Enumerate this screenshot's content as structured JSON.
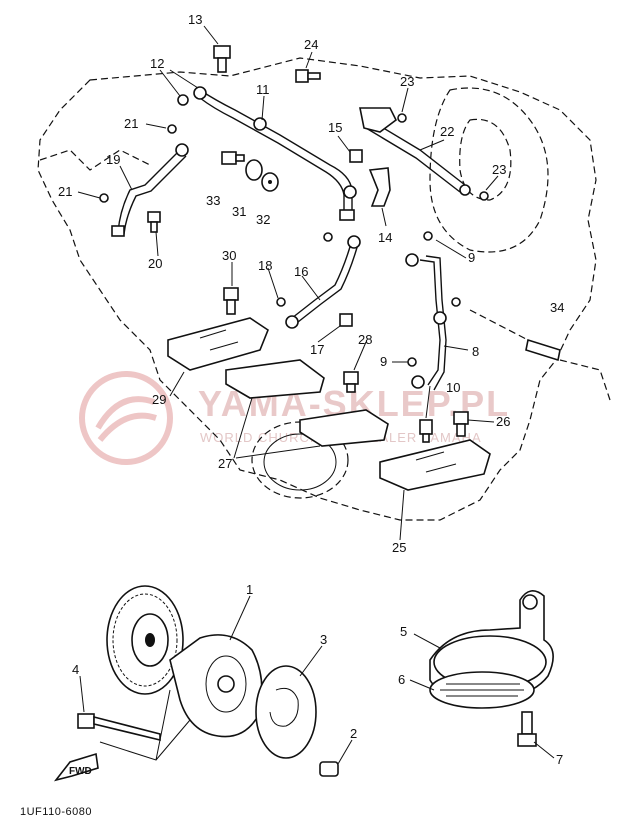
{
  "diagram": {
    "code": "1UF110-6080",
    "fwd_label": "FWD",
    "watermark": {
      "main": "YAMA-SKLEP.PL",
      "sub": "WORLD CHURCH AND DEALER YAMAHA"
    },
    "callouts": [
      {
        "id": "c13",
        "label": "13"
      },
      {
        "id": "c24",
        "label": "24"
      },
      {
        "id": "c12",
        "label": "12"
      },
      {
        "id": "c11",
        "label": "11"
      },
      {
        "id": "c23a",
        "label": "23"
      },
      {
        "id": "c21a",
        "label": "21"
      },
      {
        "id": "c15",
        "label": "15"
      },
      {
        "id": "c22",
        "label": "22"
      },
      {
        "id": "c19",
        "label": "19"
      },
      {
        "id": "c23b",
        "label": "23"
      },
      {
        "id": "c21b",
        "label": "21"
      },
      {
        "id": "c33",
        "label": "33"
      },
      {
        "id": "c31",
        "label": "31"
      },
      {
        "id": "c32",
        "label": "32"
      },
      {
        "id": "c14",
        "label": "14"
      },
      {
        "id": "c20",
        "label": "20"
      },
      {
        "id": "c30",
        "label": "30"
      },
      {
        "id": "c18",
        "label": "18"
      },
      {
        "id": "c16",
        "label": "16"
      },
      {
        "id": "c9a",
        "label": "9"
      },
      {
        "id": "c34",
        "label": "34"
      },
      {
        "id": "c17",
        "label": "17"
      },
      {
        "id": "c28",
        "label": "28"
      },
      {
        "id": "c8",
        "label": "8"
      },
      {
        "id": "c9b",
        "label": "9"
      },
      {
        "id": "c10",
        "label": "10"
      },
      {
        "id": "c29",
        "label": "29"
      },
      {
        "id": "c26",
        "label": "26"
      },
      {
        "id": "c27",
        "label": "27"
      },
      {
        "id": "c25",
        "label": "25"
      },
      {
        "id": "c1",
        "label": "1"
      },
      {
        "id": "c3",
        "label": "3"
      },
      {
        "id": "c5",
        "label": "5"
      },
      {
        "id": "c4",
        "label": "4"
      },
      {
        "id": "c6",
        "label": "6"
      },
      {
        "id": "c2",
        "label": "2"
      },
      {
        "id": "c7",
        "label": "7"
      }
    ]
  }
}
